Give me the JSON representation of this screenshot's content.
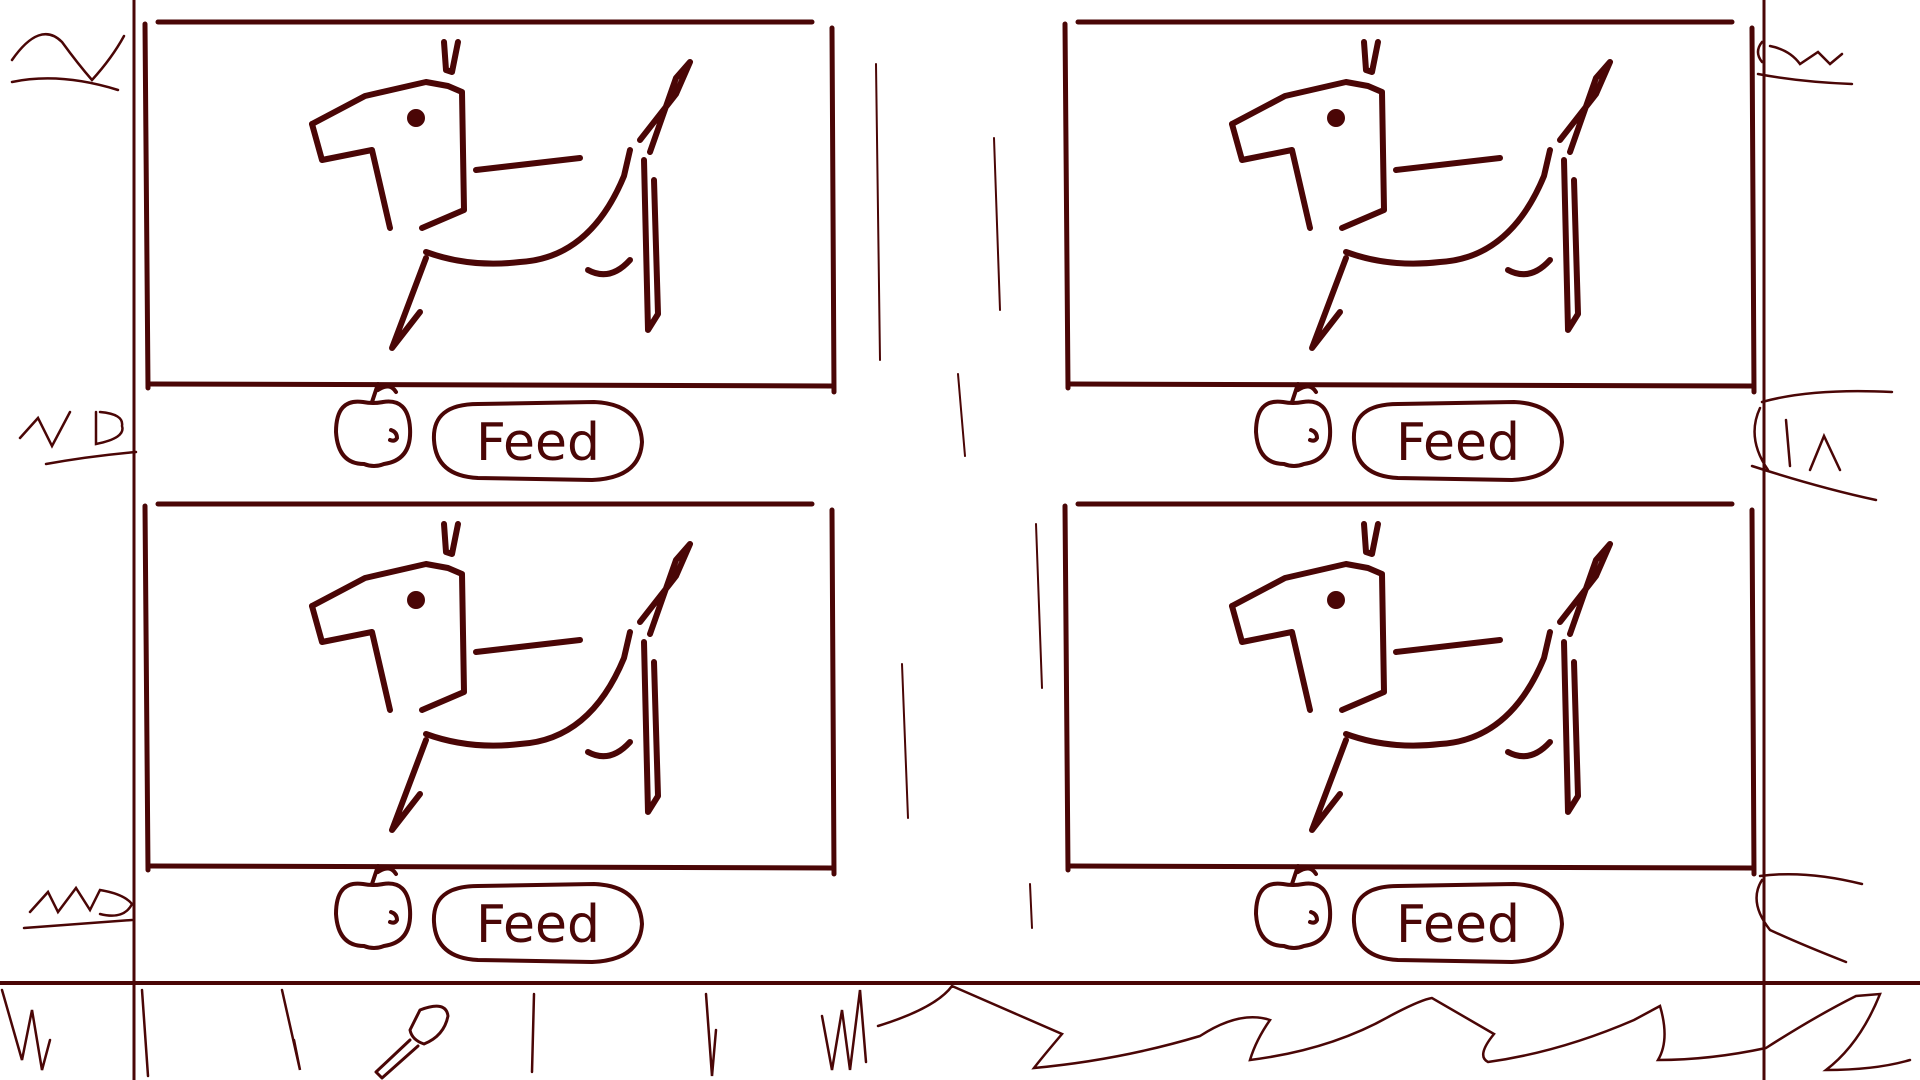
{
  "theme": {
    "ink": "#4a0606",
    "background": "#ffffff"
  },
  "cards": [
    {
      "image": "dog-sketch",
      "food_icon": "apple-icon",
      "feed_label": "Feed"
    },
    {
      "image": "dog-sketch",
      "food_icon": "apple-icon",
      "feed_label": "Feed"
    },
    {
      "image": "dog-sketch",
      "food_icon": "apple-icon",
      "feed_label": "Feed"
    },
    {
      "image": "dog-sketch",
      "food_icon": "apple-icon",
      "feed_label": "Feed"
    }
  ],
  "toolbar": {
    "tool_icon": "trowel-icon"
  }
}
